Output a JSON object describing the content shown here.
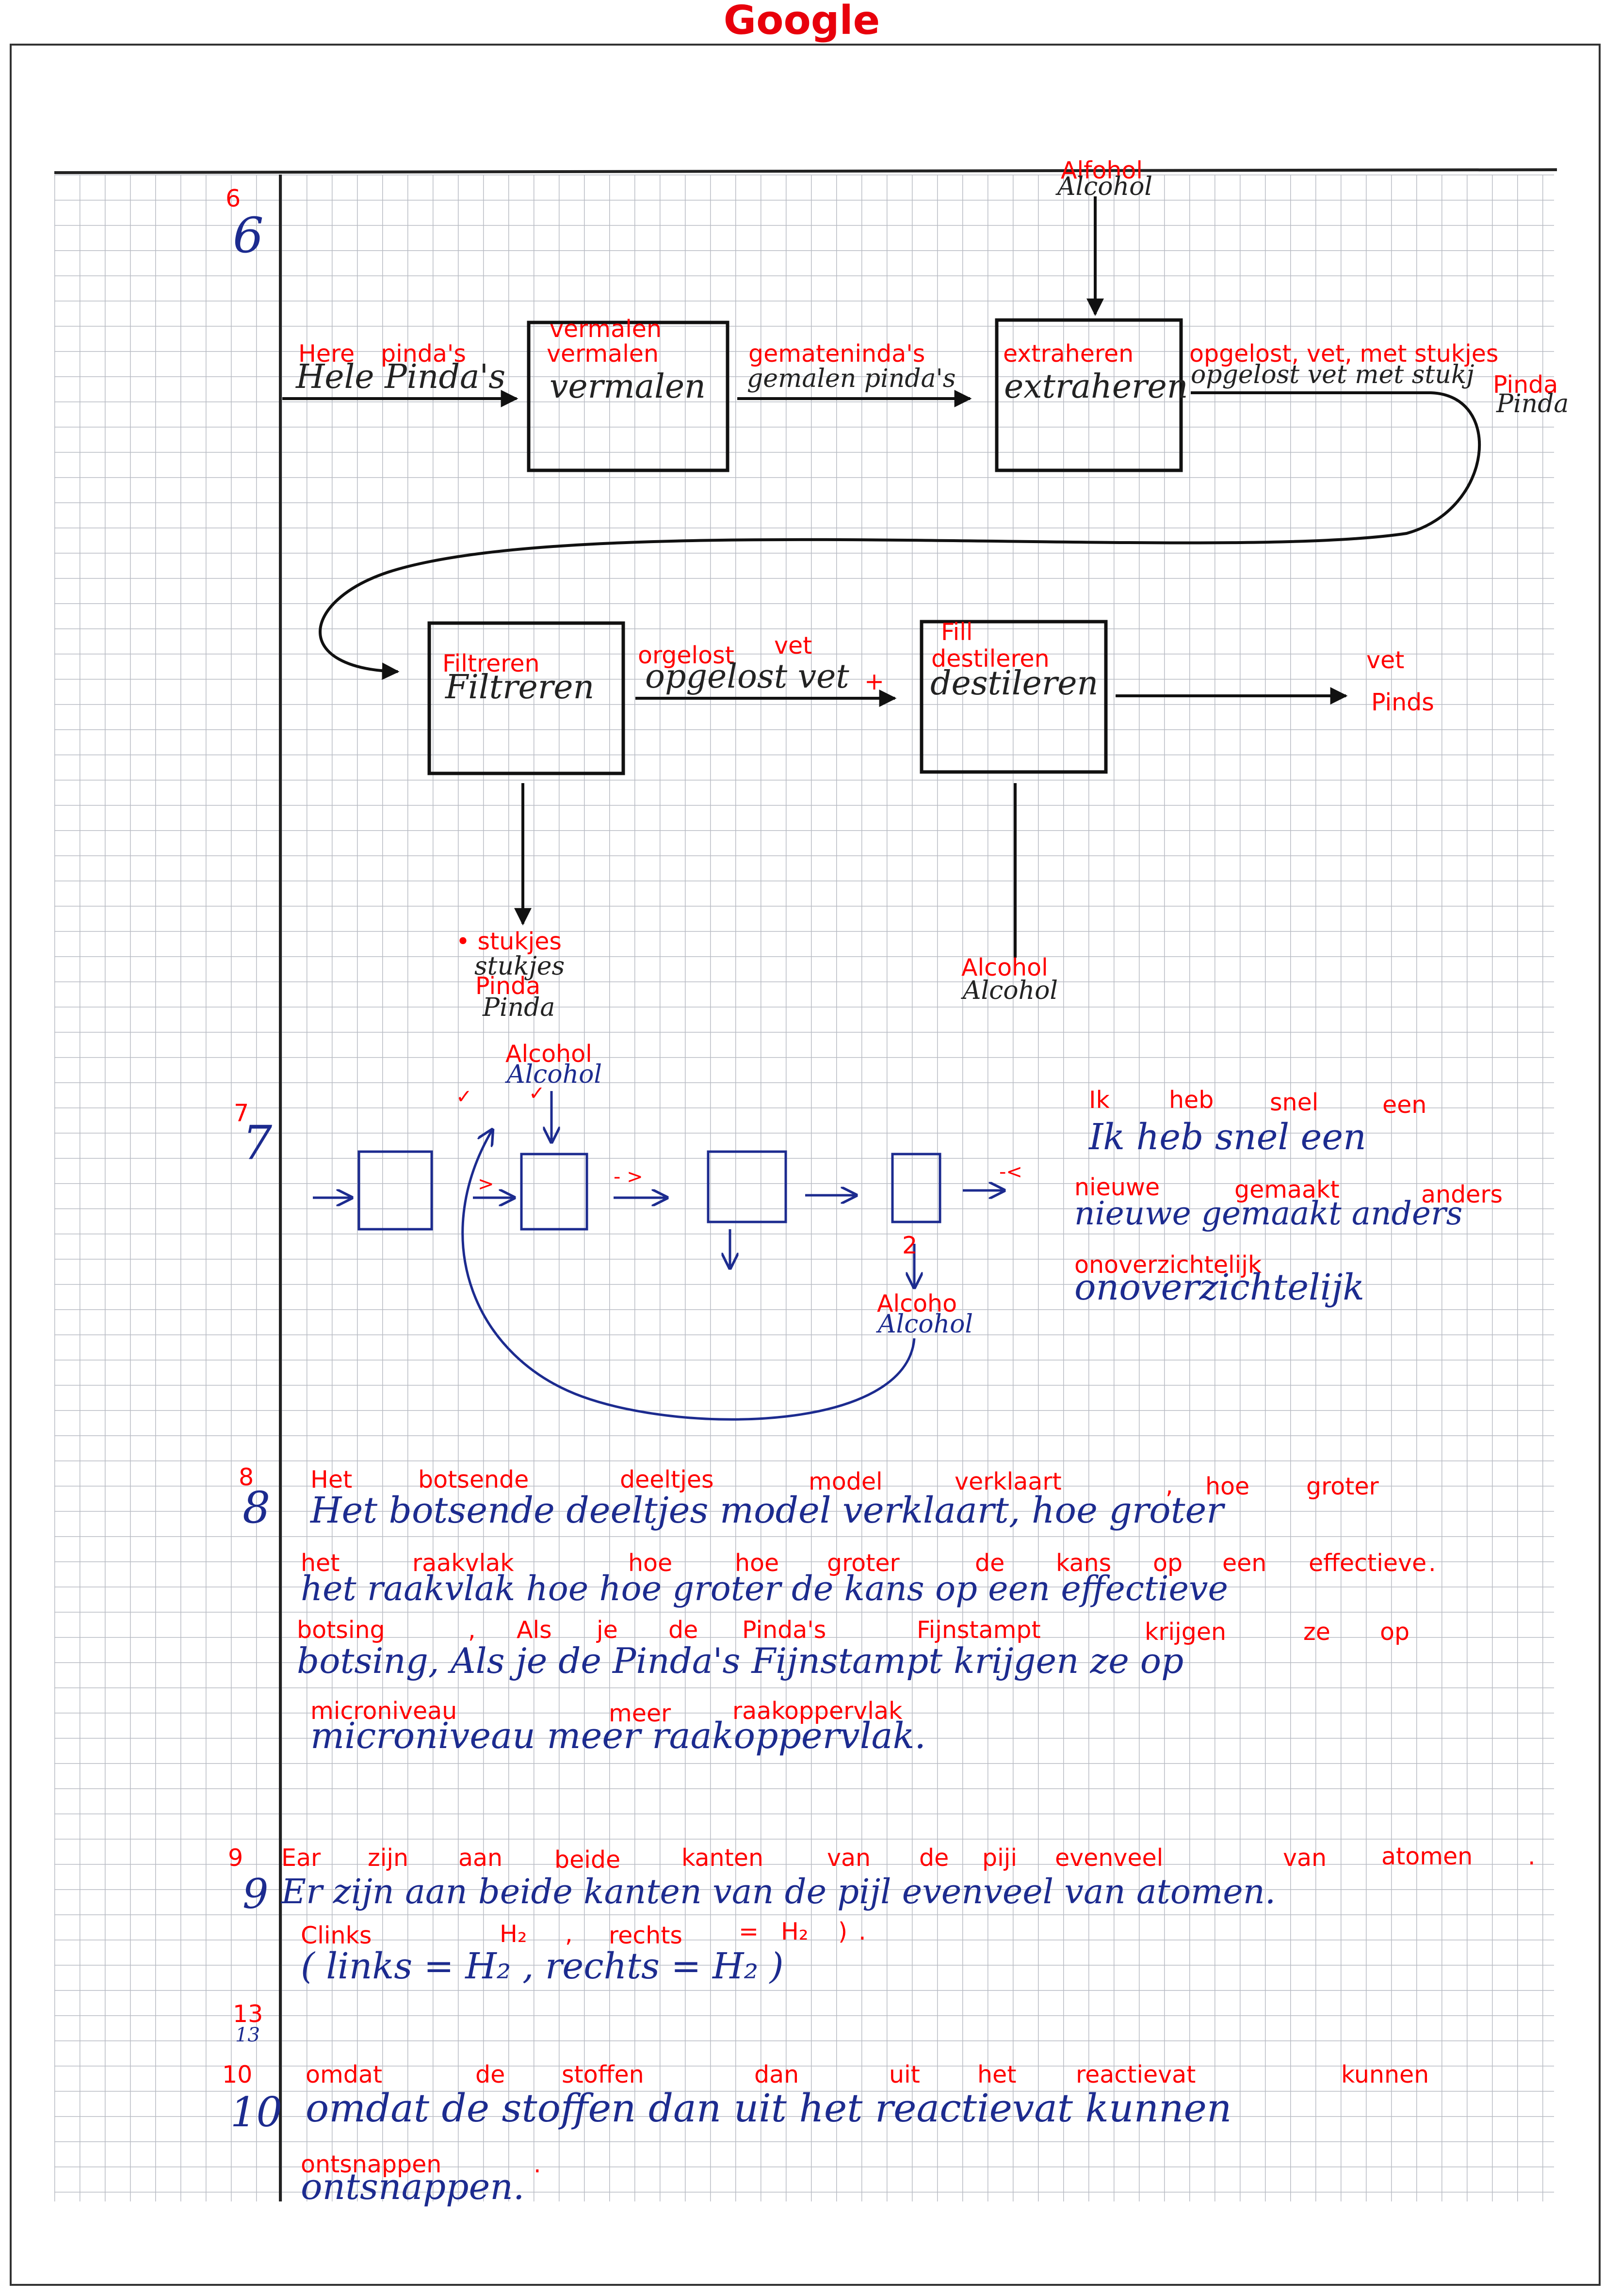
{
  "header": {
    "title": "Google"
  },
  "q6": {
    "number_overlay": "6",
    "number_hand": "6",
    "input_top": {
      "overlay": "Alfohol",
      "hand": "Alcohol"
    },
    "input_left": {
      "overlay_1": "Here",
      "overlay_2": "pinda's",
      "hand": "Hele Pinda's"
    },
    "box_vermalen": {
      "overlay_1": "vermalen",
      "overlay_2": "vermalen",
      "hand": "vermalen"
    },
    "arrow_gemalen": {
      "overlay": "gemateninda's",
      "hand": "gemalen pinda's"
    },
    "box_extraheren": {
      "overlay": "extraheren",
      "hand": "extraheren"
    },
    "arrow_opgelost": {
      "overlay": "opgelost, vet, met stukjes",
      "overlay_2": "Pinda",
      "hand": "opgelost vet met stukj",
      "hand_2": "Pinda"
    },
    "box_filtreren": {
      "overlay": "Filtreren",
      "hand": "Filtreren"
    },
    "arrow_orgelost": {
      "overlay_1": "orgelost",
      "overlay_2": "vet",
      "overlay_plus": "+",
      "hand": "opgelost vet"
    },
    "box_destileren": {
      "overlay_fill": "Fill",
      "overlay": "destileren",
      "hand": "destileren"
    },
    "output_right": {
      "overlay_1": "vet",
      "overlay_2": "Pinds"
    },
    "output_stukjes": {
      "overlay_1": "• stukjes",
      "overlay_2": "Pinda",
      "hand_1": "stukjes",
      "hand_2": "Pinda"
    },
    "output_alcohol": {
      "overlay": "Alcohol",
      "hand": "Alcohol"
    }
  },
  "q7": {
    "number_overlay": "7",
    "number_hand": "7",
    "alcohol_top": {
      "overlay": "Alcohol",
      "hand": "Alcohol"
    },
    "ticks": [
      "✓",
      "✓"
    ],
    "arrow_marks": [
      ">",
      "- >",
      "-<"
    ],
    "label_two": "2",
    "alcohol_bottom": {
      "overlay": "Alcoho",
      "hand": "Alcohol"
    },
    "answer_words": {
      "line1": [
        "Ik",
        "heb",
        "snel",
        "een"
      ],
      "line2": [
        "nieuwe",
        "gemaakt",
        "anders"
      ],
      "line3": [
        "onoverzichtelijk"
      ]
    },
    "answer_hand": [
      "Ik heb snel een",
      "nieuwe gemaakt anders",
      "onoverzichtelijk"
    ]
  },
  "q8": {
    "number_overlay": "8",
    "number_hand": "8",
    "overlay_words": {
      "line1": [
        "Het",
        "botsende",
        "deeltjes",
        "model",
        "verklaart",
        ",",
        "hoe",
        "groter"
      ],
      "line2": [
        "het",
        "raakvlak",
        "hoe",
        "hoe",
        "groter",
        "de",
        "kans",
        "op",
        "een",
        "effectieve",
        "."
      ],
      "line3": [
        "botsing",
        ",",
        "Als",
        "je",
        "de",
        "Pinda's",
        "Fijnstampt",
        "krijgen",
        "ze",
        "op"
      ],
      "line4": [
        "microniveau",
        "meer",
        "raakoppervlak"
      ]
    },
    "hand_lines": [
      "Het botsende deeltjes model verklaart, hoe groter",
      "het raakvlak hoe hoe groter de kans op een effectieve",
      "botsing, Als je de Pinda's Fijnstampt krijgen ze op",
      "microniveau meer raakoppervlak."
    ]
  },
  "q9": {
    "number_overlay": "9",
    "number_hand": "9",
    "overlay_words": {
      "line1": [
        "Ear",
        "zijn",
        "aan",
        "beide",
        "kanten",
        "van",
        "de",
        "piji",
        "evenveel",
        "van",
        "atomen",
        "."
      ],
      "line2": [
        "Clinks",
        "H₂",
        ",",
        "rechts",
        "=",
        "H₂",
        ")",
        "."
      ]
    },
    "hand_lines": [
      "Er zijn aan beide kanten van de pijl evenveel van atomen.",
      "( links = H₂ , rechts = H₂ )"
    ],
    "marker_overlay": "13",
    "marker_hand": "13"
  },
  "q10": {
    "number_overlay": "10",
    "number_hand": "10",
    "overlay_words": {
      "line1": [
        "omdat",
        "de",
        "stoffen",
        "dan",
        "uit",
        "het",
        "reactievat",
        "kunnen"
      ],
      "line2": [
        "ontsnappen",
        "."
      ]
    },
    "hand_lines": [
      "omdat de stoffen dan uit het reactievat kunnen",
      "ontsnappen."
    ]
  },
  "colors": {
    "overlay": "#ff0000",
    "ink_blue": "#1c2b8f",
    "ink_black": "#222222",
    "grid": "#b9bcc4"
  }
}
